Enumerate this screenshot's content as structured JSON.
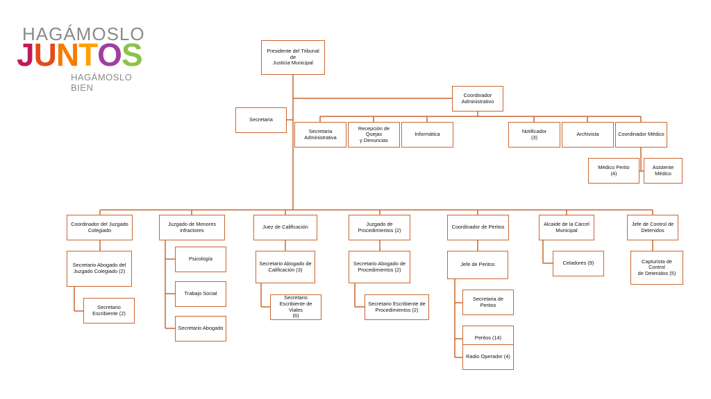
{
  "logo": {
    "top": "HAGÁMOSLO",
    "letters": [
      "J",
      "U",
      "N",
      "T",
      "O",
      "S"
    ],
    "letter_colors": [
      "#c2185b",
      "#e64a19",
      "#f57c00",
      "#ffa000",
      "#9e3fa0",
      "#8bc34a"
    ],
    "bottom": "HAGÁMOSLO BIEN"
  },
  "colors": {
    "line": "#c8652f"
  },
  "nodes": {
    "presidente": [
      "Presidente del Tribunal de",
      "Justicia Municipal"
    ],
    "secretaria": [
      "Secretaria"
    ],
    "coord_admin": [
      "Coordinador",
      "Administrativo"
    ],
    "sec_admin": [
      "Secretaria",
      "Administrativa"
    ],
    "quejas": [
      "Recepción de Quejas",
      "y Denuncias"
    ],
    "informatica": [
      "Informática"
    ],
    "notificador": [
      "Notificador",
      "(3)"
    ],
    "archivista": [
      "Archivista"
    ],
    "coord_medico": [
      "Coordinador Médico"
    ],
    "medico_perito": [
      "Médico Perito",
      "(4)"
    ],
    "asistente_medico": [
      "Asistente",
      "Médico"
    ],
    "coord_colegiado": [
      "Coordinador del Juzgado",
      "Colegiado"
    ],
    "sec_abogado_colegiado": [
      "Secretario Abogado del",
      "Juzgado Colegiado (2)"
    ],
    "sec_escribiente": [
      "Secretario",
      "Escribiente (2)"
    ],
    "juzgado_menores": [
      "Juzgado de Menores",
      "infractores"
    ],
    "psicologia": [
      "Psicología"
    ],
    "trabajo_social": [
      "Trabajo Social"
    ],
    "sec_abogado": [
      "Secretario Abogado"
    ],
    "juez_calificacion": [
      "Juez de Calificación"
    ],
    "sec_abogado_calif": [
      "Secretario Abogado de",
      "Calificación (3)"
    ],
    "sec_escribiente_viales": [
      "Secretario",
      "Escribiente de Viales",
      "(6)"
    ],
    "juzgado_proc": [
      "Juzgado de",
      "Procedimientos (2)"
    ],
    "sec_abogado_proc": [
      "Secretario Abogado de",
      "Procedimientos (2)"
    ],
    "sec_escribiente_proc": [
      "Secretario Escribiente de",
      "Procedimientos (2)"
    ],
    "coord_peritos": [
      "Coordinador de Peritos"
    ],
    "jefe_peritos": [
      "Jefe de Peritos"
    ],
    "secretaria_peritos": [
      "Secretaria de Peritos"
    ],
    "peritos": [
      "Peritos (14)"
    ],
    "radio_operador": [
      "Radio Operador (4)"
    ],
    "alcaide": [
      "Alcaide de la Cárcel",
      "Municipal"
    ],
    "celadores": [
      "Celadores (9)"
    ],
    "jefe_control": [
      "Jefe de Control de",
      "Detenidos"
    ],
    "capturista": [
      "Capturista de Control",
      "de Detenidos (5)"
    ]
  }
}
